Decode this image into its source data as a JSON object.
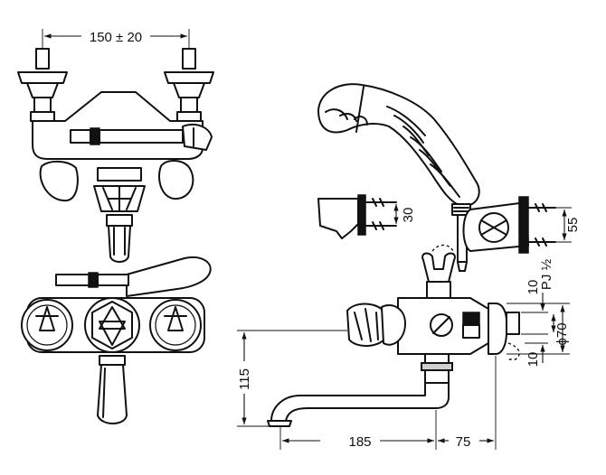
{
  "dimensions": {
    "spacing": "150 ± 20",
    "height_30": "30",
    "height_55": "55",
    "top_10": "10",
    "thread": "PJ ½",
    "diameter": "ϕ70",
    "bottom_10": "10",
    "spout_height": "115",
    "spout_length": "185",
    "body_depth": "75"
  }
}
